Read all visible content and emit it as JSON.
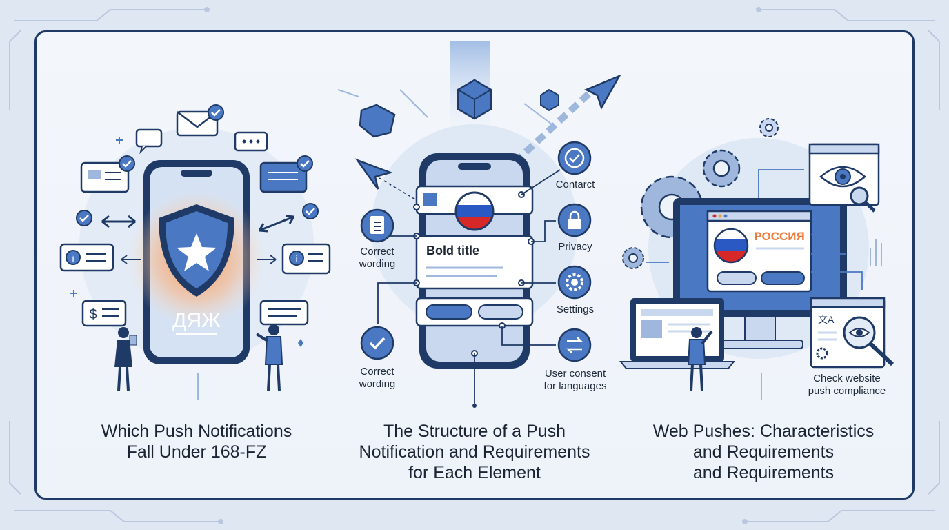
{
  "panels": [
    {
      "caption_line1": "Which Push Notifications",
      "caption_line2": "Fall Under 168-FZ",
      "shield_text": "ДЯЖ"
    },
    {
      "caption_line1": "The Structure of a Push",
      "caption_line2": "Notification and Requirements",
      "caption_line3": "for Each Element",
      "card_title": "Bold title",
      "labels": {
        "contact": "Contarct",
        "privacy": "Privacy",
        "settings": "Settings",
        "consent_line1": "User consent",
        "consent_line2": "for languages",
        "wording_top_line1": "Correct",
        "wording_top_line2": "wording",
        "wording_bottom_line1": "Correct",
        "wording_bottom_line2": "wording"
      }
    },
    {
      "caption_line1": "Web Pushes: Characteristics",
      "caption_line2": "and Requirements",
      "caption_line3": "and Requirements",
      "browser_text": "РОССИЯ",
      "check_line1": "Check website",
      "check_line2": "push compliance"
    }
  ],
  "colors": {
    "navy": "#1f3a66",
    "blue": "#4a78c2",
    "light_blue": "#c9d8ee",
    "orange": "#f07a3a",
    "red": "#d62828"
  },
  "icons": [
    "shield-star-icon",
    "envelope-icon",
    "chat-bubble-icon",
    "check-icon",
    "info-icon",
    "dollar-icon",
    "lock-icon",
    "gear-icon",
    "target-icon",
    "clipboard-icon",
    "swap-arrows-icon",
    "eye-icon",
    "magnifier-icon",
    "paper-plane-icon",
    "cube-icon",
    "russian-flag-icon"
  ]
}
